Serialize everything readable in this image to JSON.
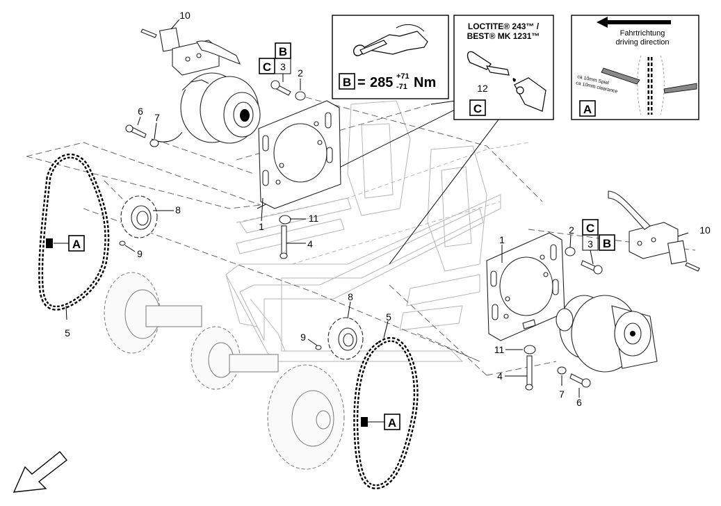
{
  "callouts": {
    "n10_top": "10",
    "n3_top": "3",
    "n2_top": "2",
    "n6_top": "6",
    "n7_top": "7",
    "n8_left": "8",
    "n9_left": "9",
    "n5_left": "5",
    "n1_left": "1",
    "n11_left": "11",
    "n4_left": "4",
    "n8_mid": "8",
    "n9_mid": "9",
    "n5_mid": "5",
    "n1_right": "1",
    "n2_right": "2",
    "n3_right": "3",
    "n10_right": "10",
    "n11_right": "11",
    "n4_right": "4",
    "n7_right": "7",
    "n6_right": "6"
  },
  "markers": {
    "B": "B",
    "C": "C",
    "A": "A"
  },
  "torque_box": {
    "ref": "B",
    "equals": "=",
    "value": "285",
    "tol_plus": "+71",
    "tol_minus": "-71",
    "unit": "Nm"
  },
  "loctite_box": {
    "line1": "LOCTITE® 243™ /",
    "line2": "BEST® MK 1231™",
    "part": "12",
    "ref": "C"
  },
  "direction_box": {
    "de": "Fahrtrichtung",
    "en": "driving direction",
    "clear_de": "ca  10mm Spiel",
    "clear_en": "ca  10mm clearance",
    "ref": "A"
  }
}
